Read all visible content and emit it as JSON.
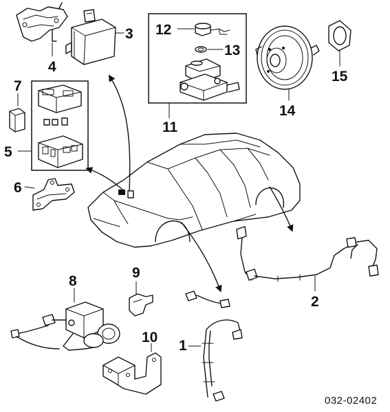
{
  "diagram": {
    "part_number": "032-02402",
    "callouts": [
      {
        "id": "c1",
        "label": "1"
      },
      {
        "id": "c2",
        "label": "2"
      },
      {
        "id": "c3",
        "label": "3"
      },
      {
        "id": "c4",
        "label": "4"
      },
      {
        "id": "c5",
        "label": "5"
      },
      {
        "id": "c6",
        "label": "6"
      },
      {
        "id": "c7",
        "label": "7"
      },
      {
        "id": "c8",
        "label": "8"
      },
      {
        "id": "c9",
        "label": "9"
      },
      {
        "id": "c10",
        "label": "10"
      },
      {
        "id": "c11",
        "label": "11"
      },
      {
        "id": "c12",
        "label": "12"
      },
      {
        "id": "c13",
        "label": "13"
      },
      {
        "id": "c14",
        "label": "14"
      },
      {
        "id": "c15",
        "label": "15"
      }
    ]
  }
}
